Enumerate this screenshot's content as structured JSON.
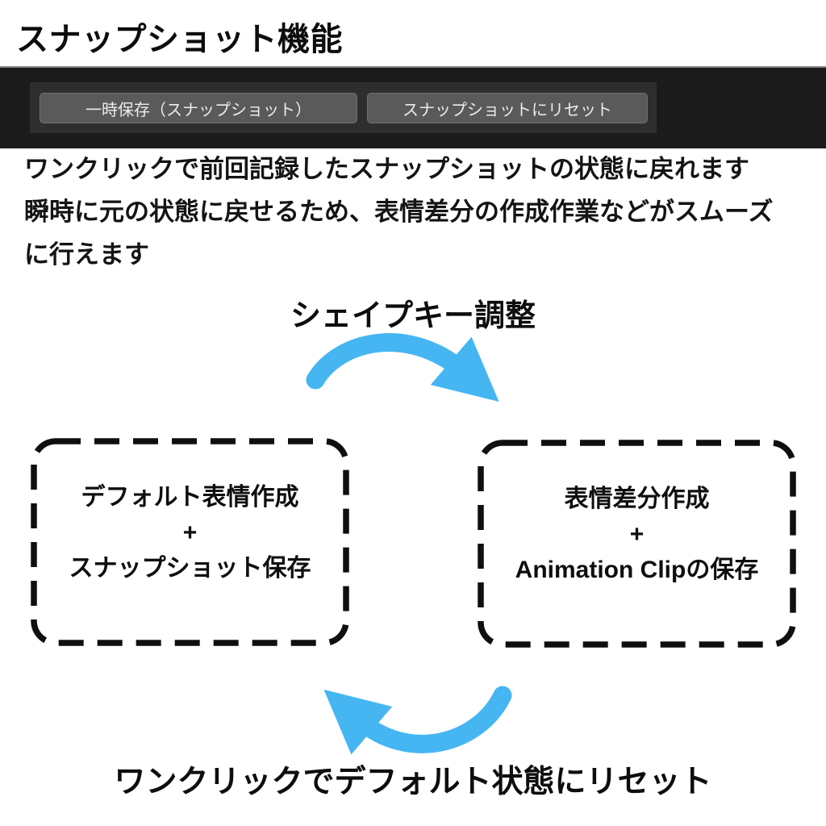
{
  "title": "スナップショット機能",
  "toolbar": {
    "strip_bg": "#1b1b1c",
    "panel_bg": "#2e2e2f",
    "button_bg": "#5a5a5a",
    "buttons": [
      {
        "label": "一時保存（スナップショット）"
      },
      {
        "label": "スナップショットにリセット"
      }
    ]
  },
  "description": {
    "lines": [
      "ワンクリックで前回記録したスナップショットの状態に戻れます",
      "瞬時に元の状態に戻せるため、表情差分の作成作業などがスムーズ",
      "に行えます"
    ]
  },
  "diagram": {
    "arrow_color": "#45b6f2",
    "top_label": "シェイプキー調整",
    "bottom_label": "ワンクリックでデフォルト状態にリセット",
    "left_box": {
      "lines": [
        "デフォルト表情作成",
        "+",
        "スナップショット保存"
      ]
    },
    "right_box": {
      "lines": [
        "表情差分作成",
        "+",
        "Animation Clipの保存"
      ]
    }
  }
}
